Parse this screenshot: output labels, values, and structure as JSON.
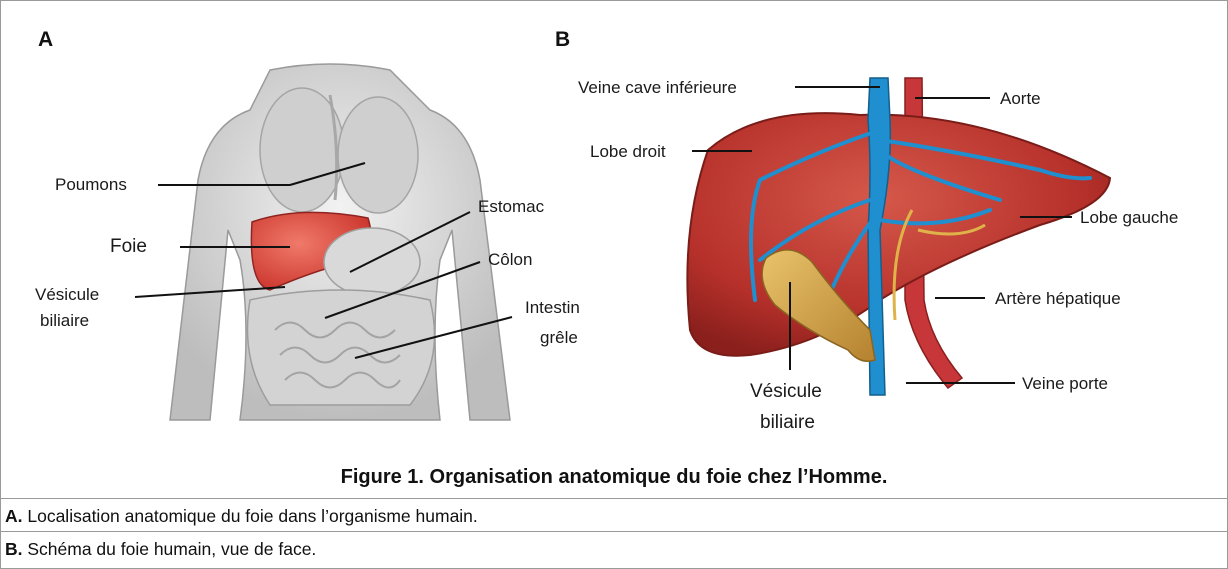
{
  "panel_a": {
    "letter": "A",
    "labels": {
      "poumons": "Poumons",
      "foie": "Foie",
      "vesicule_line1": "Vésicule",
      "vesicule_line2": "biliaire",
      "estomac": "Estomac",
      "colon": "Côlon",
      "intestin_line1": "Intestin",
      "intestin_line2": "grêle"
    }
  },
  "panel_b": {
    "letter": "B",
    "labels": {
      "veine_cave": "Veine cave inférieure",
      "aorte": "Aorte",
      "lobe_droit": "Lobe droit",
      "lobe_gauche": "Lobe gauche",
      "artere_hepatique": "Artère hépatique",
      "veine_porte": "Veine porte",
      "vesicule_line1": "Vésicule",
      "vesicule_line2": "biliaire"
    }
  },
  "figure": {
    "title": "Figure 1. Organisation anatomique du foie chez l’Homme.",
    "caption_a_letter": "A.",
    "caption_a_text": " Localisation anatomique du foie dans l’organisme humain.",
    "caption_b_letter": "B.",
    "caption_b_text": " Schéma du foie humain, vue de face."
  },
  "colors": {
    "liver": "#b8302c",
    "vein_blue": "#1f8fd0",
    "artery_red": "#c7373a",
    "gallbladder": "#d4a64a",
    "body_gray": "#d6d6d6"
  }
}
